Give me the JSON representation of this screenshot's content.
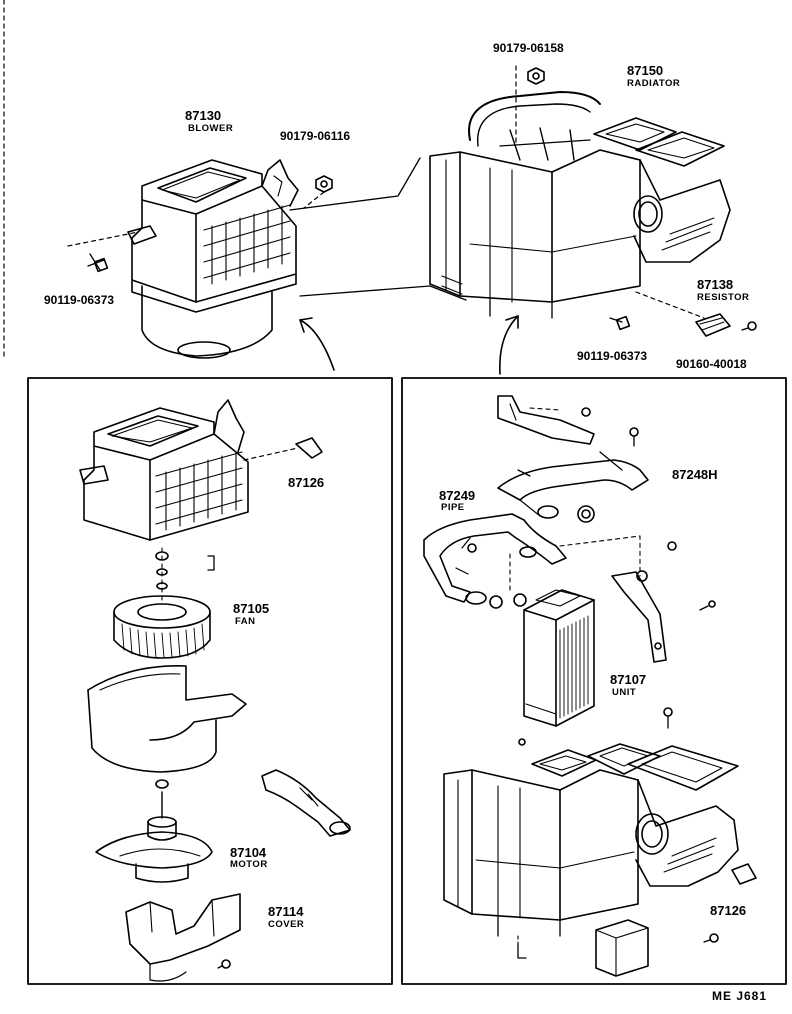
{
  "parts": {
    "blower": {
      "number": "87130",
      "name": "BLOWER"
    },
    "radiator": {
      "number": "87150",
      "name": "RADIATOR"
    },
    "resistor": {
      "number": "87138",
      "name": "RESISTOR"
    },
    "fan": {
      "number": "87105",
      "name": "FAN"
    },
    "motor": {
      "number": "87104",
      "name": "MOTOR"
    },
    "cover": {
      "number": "87114",
      "name": "COVER"
    },
    "pipe": {
      "number": "87249",
      "name": "PIPE"
    },
    "unit": {
      "number": "87107",
      "name": "UNIT"
    },
    "hose": {
      "number": "87248H"
    },
    "clip_left": {
      "number": "87126"
    },
    "clip_right": {
      "number": "87126"
    }
  },
  "fasteners": {
    "nut_top": "90179-06158",
    "nut_blower": "90179-06116",
    "screw_left": "90119-06373",
    "screw_center": "90119-06373",
    "screw_right": "90160-40018"
  },
  "footer": {
    "code": "ME  J681"
  }
}
